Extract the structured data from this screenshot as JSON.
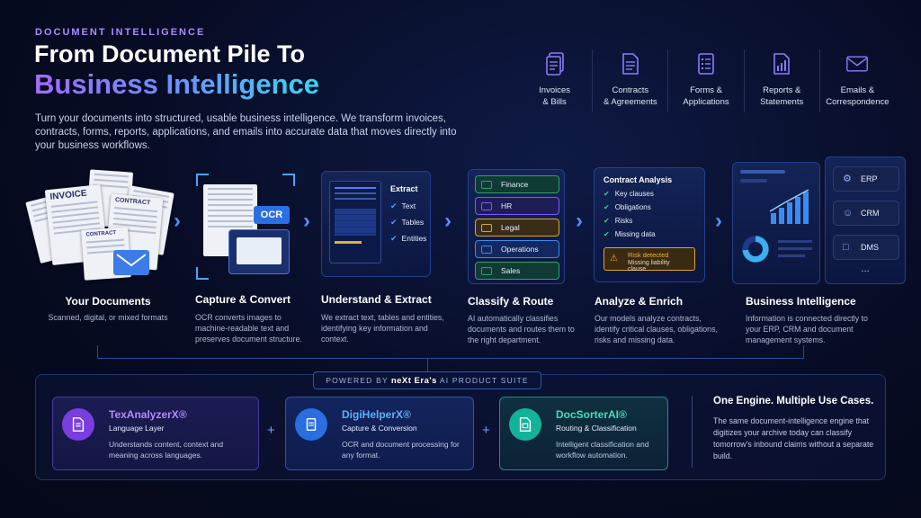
{
  "header": {
    "eyebrow": "DOCUMENT INTELLIGENCE",
    "title_line1": "From Document Pile To",
    "title_line2": "Business Intelligence",
    "intro": "Turn your documents into structured, usable business intelligence. We transform invoices, contracts, forms, reports, applications, and emails into accurate data that moves directly into your business workflows."
  },
  "categories": [
    {
      "label": "Invoices\n& Bills",
      "icon": "stacked-docs-icon"
    },
    {
      "label": "Contracts\n& Agreements",
      "icon": "document-icon"
    },
    {
      "label": "Forms &\nApplications",
      "icon": "form-list-icon"
    },
    {
      "label": "Reports &\nStatements",
      "icon": "report-chart-icon"
    },
    {
      "label": "Emails &\nCorrespondence",
      "icon": "envelope-icon"
    }
  ],
  "stages": [
    {
      "title": "Your Documents",
      "desc": "Scanned, digital, or mixed formats"
    },
    {
      "title": "Capture & Convert",
      "desc": "OCR converts images to machine-readable text and preserves document structure."
    },
    {
      "title": "Understand & Extract",
      "desc": "We extract text, tables and entities, identifying key information and context."
    },
    {
      "title": "Classify & Route",
      "desc": "AI automatically classifies documents and routes them to the right department."
    },
    {
      "title": "Analyze & Enrich",
      "desc": "Our models analyze contracts, identify critical clauses, obligations, risks and missing data."
    },
    {
      "title": "Business Intelligence",
      "desc": "Information is connected directly to your ERP, CRM and document management systems."
    }
  ],
  "docs": {
    "invoice": "INVOICE",
    "contract": "CONTRACT"
  },
  "ocr": {
    "badge": "OCR"
  },
  "extract": {
    "title": "Extract",
    "items": [
      "Text",
      "Tables",
      "Entities"
    ]
  },
  "routes": [
    {
      "label": "Finance",
      "color": "#2fa36a"
    },
    {
      "label": "HR",
      "color": "#7b5cff"
    },
    {
      "label": "Legal",
      "color": "#e0a23a"
    },
    {
      "label": "Operations",
      "color": "#3a8cf0"
    },
    {
      "label": "Sales",
      "color": "#2fa36a"
    }
  ],
  "analysis": {
    "title": "Contract Analysis",
    "items": [
      "Key clauses",
      "Obligations",
      "Risks",
      "Missing data"
    ],
    "risk_title": "Risk detected",
    "risk_detail": "Missing liability clause"
  },
  "systems": [
    {
      "label": "ERP",
      "icon": "gear-icon"
    },
    {
      "label": "CRM",
      "icon": "users-icon"
    },
    {
      "label": "DMS",
      "icon": "folder-icon"
    }
  ],
  "systems_more": "...",
  "powered": {
    "prefix": "POWERED BY",
    "brand": "neXt Era's",
    "suffix": "AI PRODUCT SUITE"
  },
  "products": [
    {
      "name": "TexAnalyzerX®",
      "sub": "Language Layer",
      "desc": "Understands content, context and meaning across languages.",
      "color": "#b28bff",
      "bg": "#7a3de0"
    },
    {
      "name": "DigiHelperX®",
      "sub": "Capture & Conversion",
      "desc": "OCR and document processing for any format.",
      "color": "#5fb0ff",
      "bg": "#2a6fe0"
    },
    {
      "name": "DocSorterAI®",
      "sub": "Routing & Classification",
      "desc": "Intelligent classification and workflow automation.",
      "color": "#3fe0b8",
      "bg": "#12b39a"
    }
  ],
  "plus": "+",
  "engine": {
    "title": "One Engine. Multiple Use Cases.",
    "desc": "The same document-intelligence engine that digitizes your archive today can classify tomorrow's inbound claims without a separate build."
  },
  "colors": {
    "accent_purple": "#a98cff",
    "accent_blue": "#4f7dff",
    "accent_cyan": "#38d6f0"
  }
}
